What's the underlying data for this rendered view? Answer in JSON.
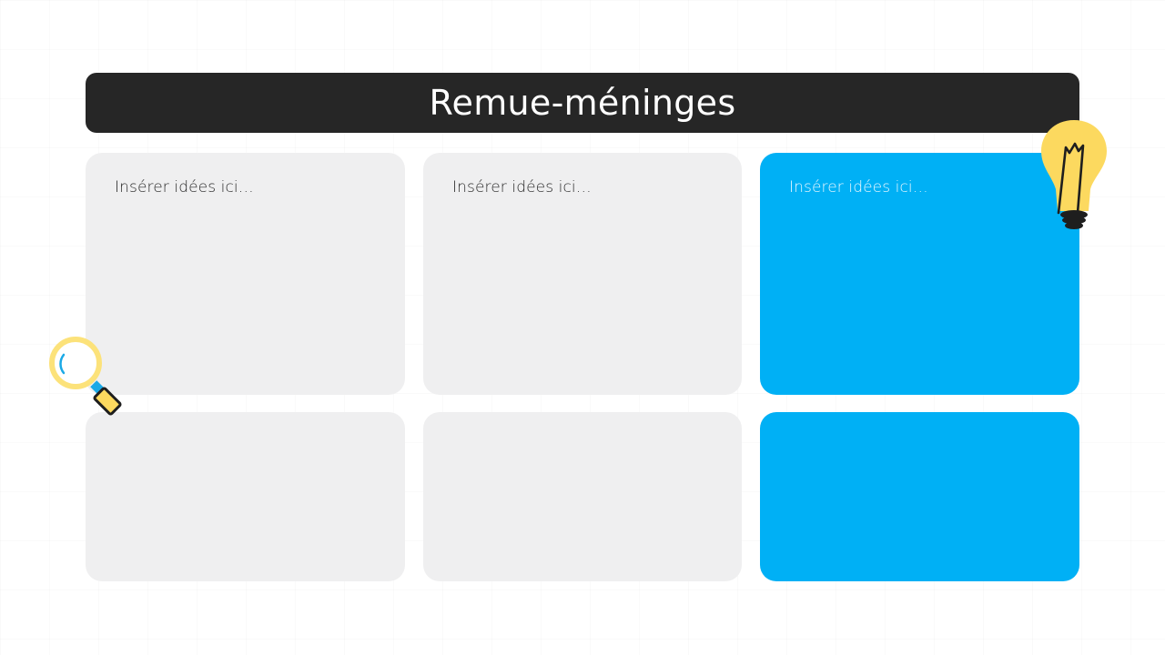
{
  "slide": {
    "title": "Remue-méninges",
    "colors": {
      "header_bg": "#262626",
      "header_text": "#ffffff",
      "card_gray": "#efeff0",
      "card_blue": "#00b0f5",
      "accent_yellow": "#fcd95f"
    }
  },
  "cards": [
    {
      "placeholder": "Insérer idées ici…",
      "color": "gray"
    },
    {
      "placeholder": "Insérer idées ici…",
      "color": "gray"
    },
    {
      "placeholder": "Insérer idées ici…",
      "color": "blue"
    },
    {
      "placeholder": "",
      "color": "gray"
    },
    {
      "placeholder": "",
      "color": "gray"
    },
    {
      "placeholder": "",
      "color": "blue"
    }
  ],
  "decorations": {
    "top_right": "lightbulb-icon",
    "left": "magnifying-glass-icon"
  }
}
